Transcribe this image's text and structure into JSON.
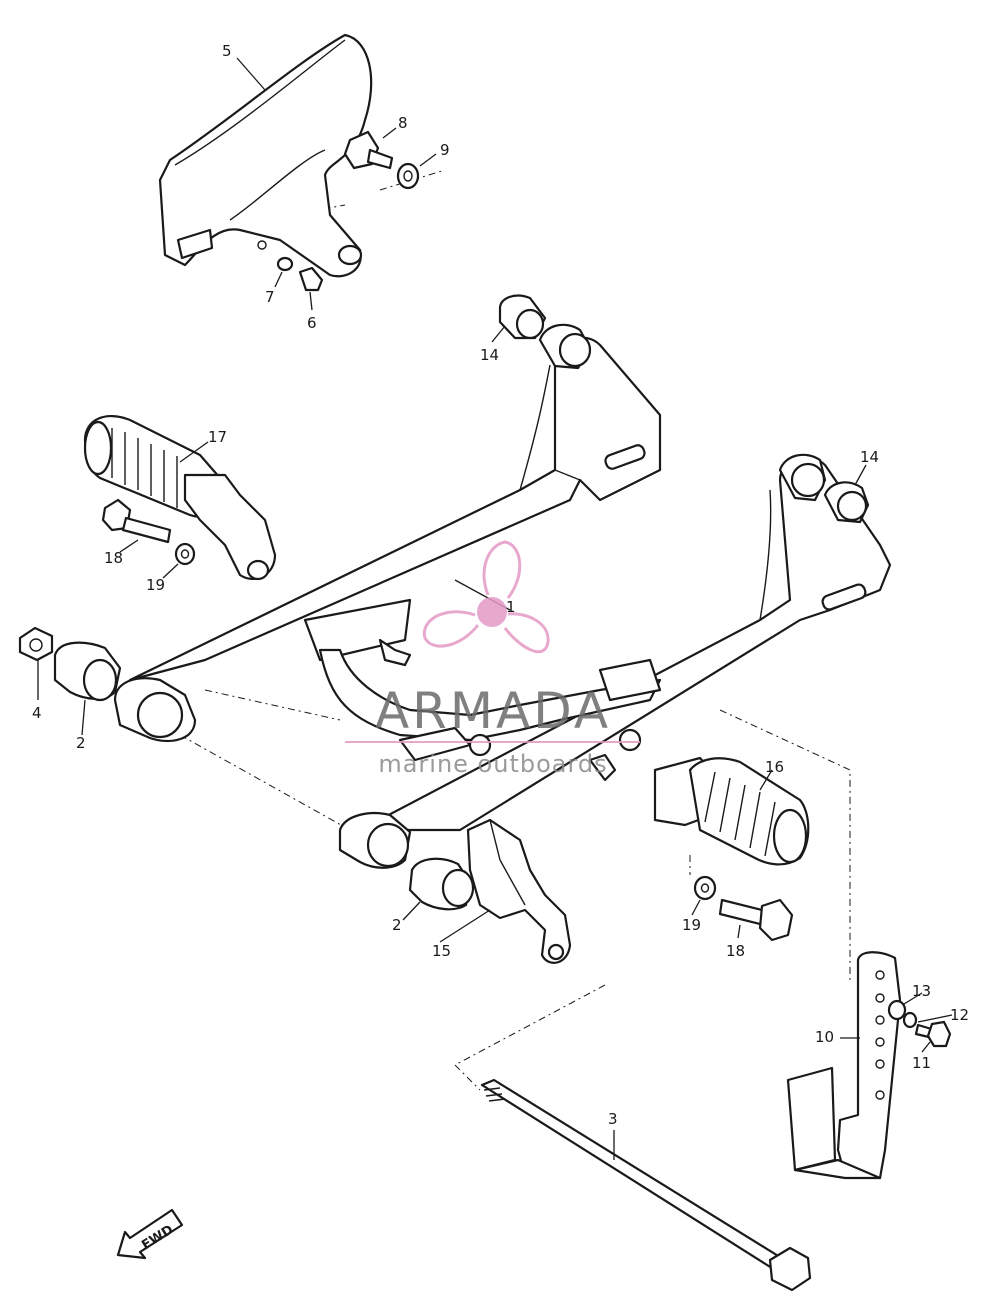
{
  "labels": {
    "l1": "1",
    "l2a": "2",
    "l2b": "2",
    "l3": "3",
    "l4": "4",
    "l5": "5",
    "l6": "6",
    "l7": "7",
    "l8": "8",
    "l9": "9",
    "l10": "10",
    "l11": "11",
    "l12": "12",
    "l13": "13",
    "l14a": "14",
    "l14b": "14",
    "l15": "15",
    "l16": "16",
    "l17": "17",
    "l18a": "18",
    "l18b": "18",
    "l19a": "19",
    "l19b": "19"
  },
  "watermark": {
    "brand": "ARMADA",
    "tagline": "marine outboards",
    "color": "#e49ac6"
  },
  "fwd_label": "FWD"
}
